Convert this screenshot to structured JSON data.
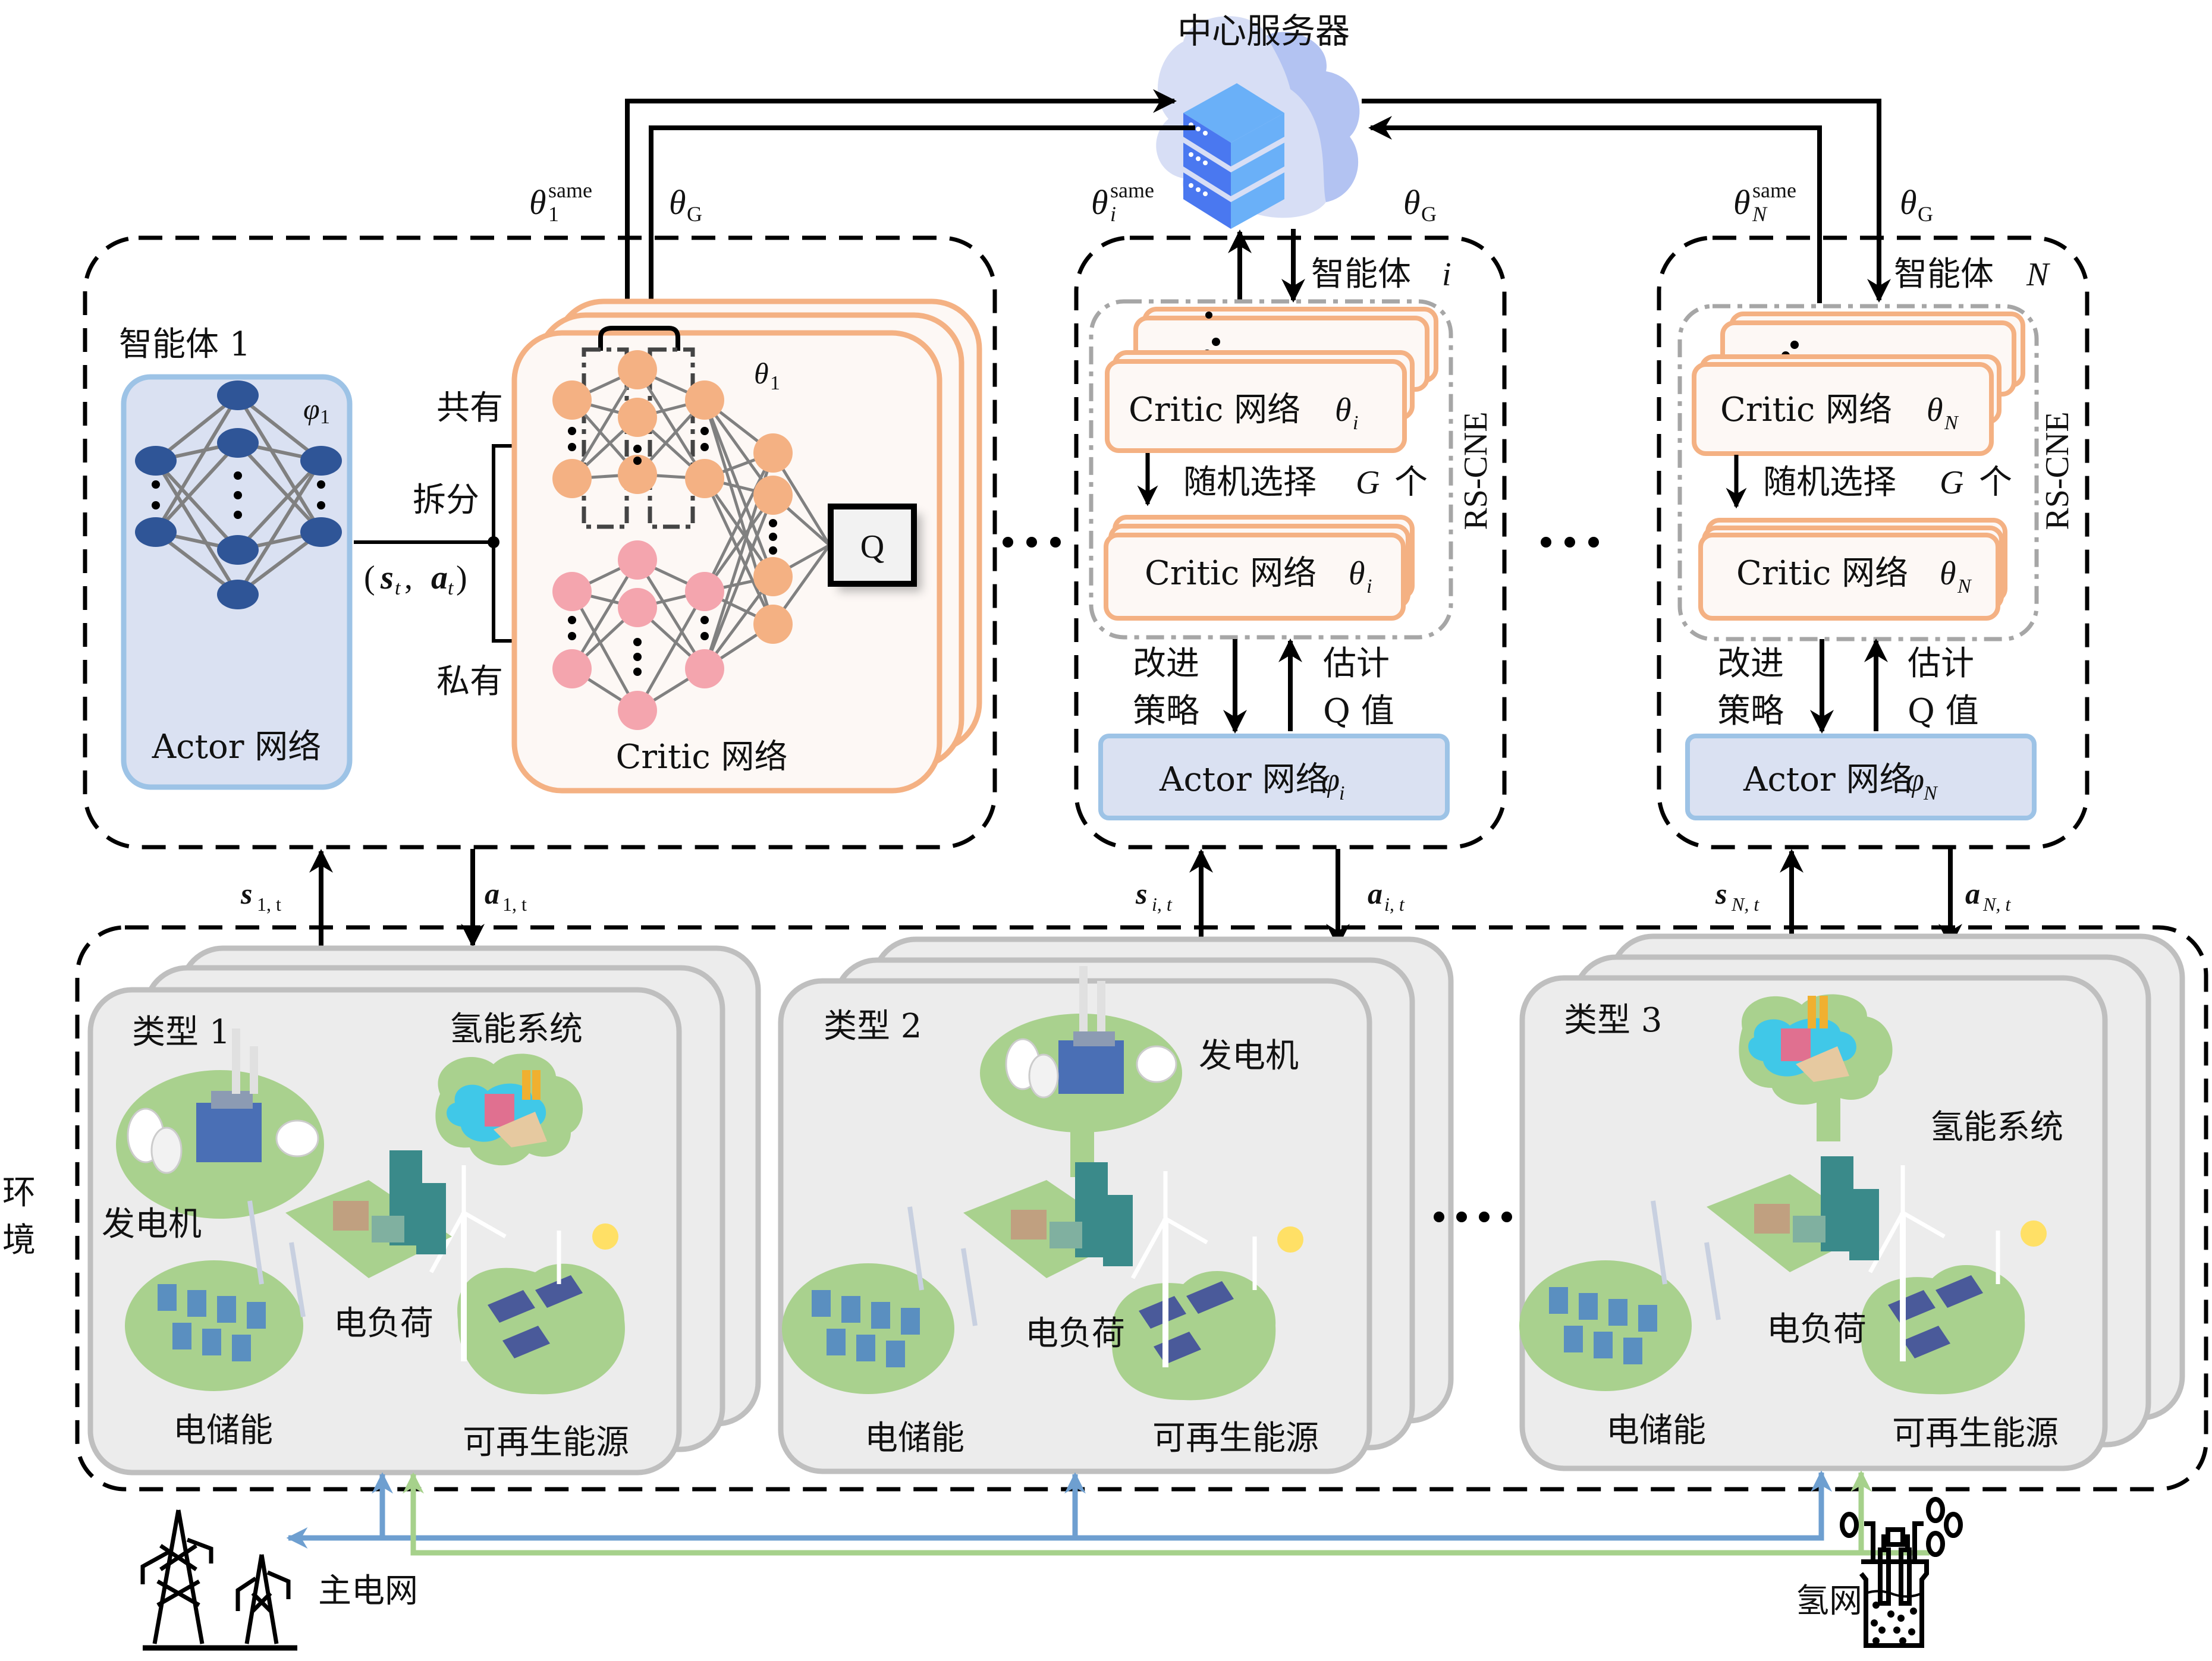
{
  "server": {
    "title": "中心服务器",
    "colors": {
      "cloud": "#d7def5",
      "cloud_shade": "#b3c3f2",
      "server_top": "#6ab0f8",
      "server_side": "#4a78f0"
    }
  },
  "params": {
    "theta_1_same": {
      "base": "θ",
      "sub": "1",
      "sup": "same"
    },
    "theta_i_same": {
      "base": "θ",
      "sub": "i",
      "sup": "same"
    },
    "theta_N_same": {
      "base": "θ",
      "sub": "N",
      "sup": "same"
    },
    "theta_G": {
      "base": "θ",
      "sub": "G"
    }
  },
  "agent1": {
    "title": "智能体 1",
    "actor": {
      "label": "Actor 网络",
      "param_base": "φ",
      "param_sub": "1"
    },
    "critic": {
      "label": "Critic 网络",
      "param_base": "θ",
      "param_sub": "1",
      "output": "Q"
    },
    "split_labels": {
      "shared": "共有",
      "split": "拆分",
      "private": "私有"
    },
    "input_label": {
      "open": "(",
      "s": "s",
      "s_sub": "t",
      "sep": ",",
      "a": "a",
      "a_sub": "t",
      "close": ")"
    },
    "state_label": {
      "base": "s",
      "sub": "1, t"
    },
    "action_label": {
      "base": "a",
      "sub": "1, t"
    }
  },
  "agent_i": {
    "title_prefix": "智能体",
    "title_var": "i",
    "critic_top": {
      "label": "Critic 网络",
      "param_base": "θ",
      "param_sub": "i"
    },
    "select_label": {
      "prefix": "随机选择",
      "var": "G",
      "suffix": "个"
    },
    "critic_bottom": {
      "label": "Critic 网络",
      "param_base": "θ",
      "param_sub": "i"
    },
    "rs_cne": "RS-CNE",
    "improve_label": [
      "改进",
      "策略"
    ],
    "estimate_label": [
      "估计",
      "Q 值"
    ],
    "actor": {
      "label": "Actor 网络",
      "param_base": "φ",
      "param_sub": "i"
    },
    "state_label": {
      "base": "s",
      "sub": "i, t"
    },
    "action_label": {
      "base": "a",
      "sub": "i, t"
    }
  },
  "agent_N": {
    "title_prefix": "智能体",
    "title_var": "N",
    "critic_top": {
      "label": "Critic 网络",
      "param_base": "θ",
      "param_sub": "N"
    },
    "select_label": {
      "prefix": "随机选择",
      "var": "G",
      "suffix": "个"
    },
    "critic_bottom": {
      "label": "Critic 网络",
      "param_base": "θ",
      "param_sub": "N"
    },
    "rs_cne": "RS-CNE",
    "improve_label": [
      "改进",
      "策略"
    ],
    "estimate_label": [
      "估计",
      "Q 值"
    ],
    "actor": {
      "label": "Actor 网络",
      "param_base": "φ",
      "param_sub": "N"
    },
    "state_label": {
      "base": "s",
      "sub": "N, t"
    },
    "action_label": {
      "base": "a",
      "sub": "N, t"
    }
  },
  "environment": {
    "label": [
      "环",
      "境"
    ],
    "types": [
      {
        "title": "类型 1",
        "components": [
          "氢能系统",
          "发电机",
          "电负荷",
          "电储能",
          "可再生能源"
        ]
      },
      {
        "title": "类型 2",
        "components": [
          "发电机",
          "电负荷",
          "电储能",
          "可再生能源"
        ]
      },
      {
        "title": "类型 3",
        "components": [
          "氢能系统",
          "电负荷",
          "电储能",
          "可再生能源"
        ]
      }
    ]
  },
  "grids": {
    "main_grid": "主电网",
    "hydrogen_grid": "氢网",
    "colors": {
      "electric": "#6e9fd0",
      "hydrogen": "#a6d18b"
    }
  },
  "colors": {
    "actor_fill": "#dae1f2",
    "actor_stroke": "#9dc3e6",
    "actor_node": "#2f5597",
    "critic_fill": "#fdf8f5",
    "critic_stroke": "#f4b183",
    "critic_node": "#f4b183",
    "private_node": "#f4a5ae",
    "env_fill": "#ececec",
    "env_stroke": "#bfbfbf",
    "island": "#a9d18e"
  }
}
